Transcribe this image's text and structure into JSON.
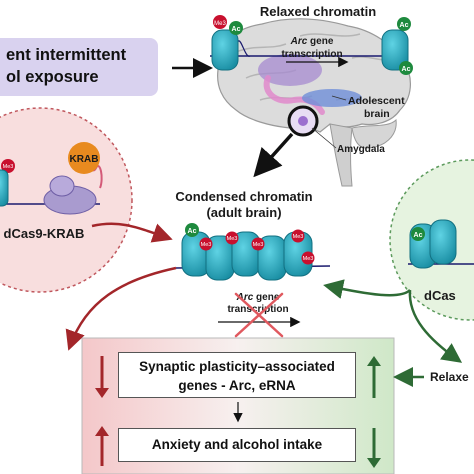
{
  "labels": {
    "relaxed_chromatin_top": "Relaxed chromatin",
    "arc_gene_italic": "Arc",
    "gene_word": " gene",
    "transcription": "transcription",
    "adolescent": "Adolescent",
    "brain": "brain",
    "amygdala": "Amygdala",
    "condensed_chromatin": "Condensed chromatin",
    "adult_brain": "(adult brain)",
    "exposure_line1": "ent intermittent",
    "exposure_line2": "ol exposure",
    "krab": "KRAB",
    "dcas9_krab": "dCas9-KRAB",
    "dcas_right": "dCas",
    "relaxed_right": "Relaxe",
    "ac": "Ac",
    "me3": "Me3",
    "synaptic_line1": "Synaptic plasticity–associated",
    "synaptic_line2": "genes - Arc, eRNA",
    "anxiety": "Anxiety and alcohol intake"
  },
  "colors": {
    "nucleosome": "#2bb3c8",
    "ac_mark": "#1e8a3e",
    "me3_mark": "#c8102e",
    "krab": "#e88a1f",
    "exposure_box": "#d9d2ef",
    "arrow_red": "#a3262a",
    "arrow_green": "#2e6b35"
  },
  "icons": [
    "brain-icon",
    "nucleosome-icon",
    "dcas9-protein-icon",
    "magnifier-circle-icon",
    "down-arrow-icon",
    "up-arrow-icon"
  ]
}
